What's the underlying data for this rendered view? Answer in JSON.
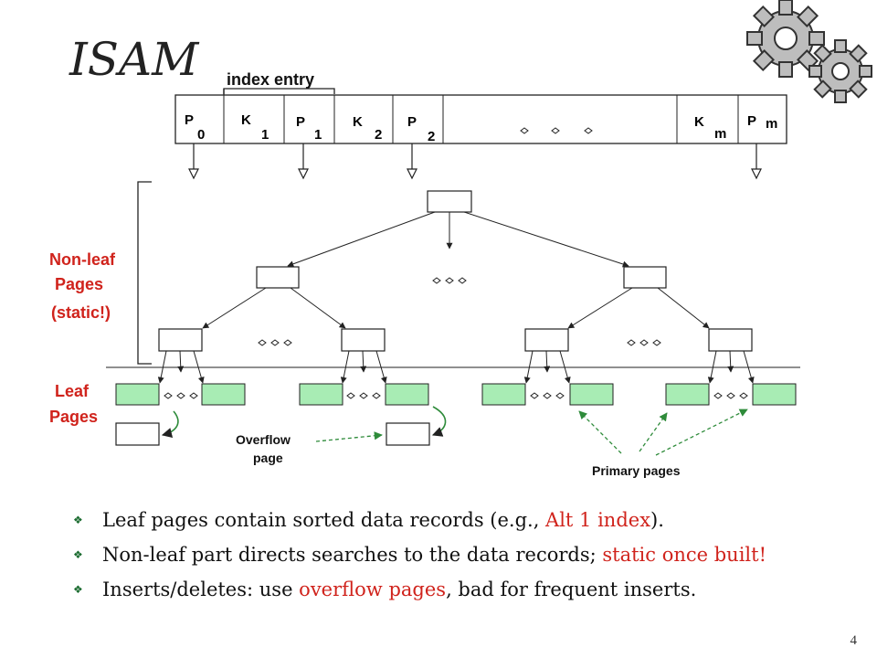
{
  "title": "ISAM",
  "page_number": "4",
  "index_entry_label": "index entry",
  "index_cells": [
    {
      "main": "P",
      "sub": "0"
    },
    {
      "main": "K",
      "sub": "1"
    },
    {
      "main": "P",
      "sub": "1"
    },
    {
      "main": "K",
      "sub": "2"
    },
    {
      "main": "P",
      "sub": "2"
    },
    {
      "main": "K",
      "sub": "m"
    },
    {
      "main": "P",
      "sub": "m"
    }
  ],
  "labels": {
    "non_leaf": [
      "Non-leaf",
      "Pages",
      "(static!)"
    ],
    "leaf": [
      "Leaf",
      "Pages"
    ],
    "overflow": [
      "Overflow",
      "page"
    ],
    "primary": "Primary pages"
  },
  "colors": {
    "leaf_fill": "#a8ecb4",
    "label_red": "#d0231c",
    "arrow_green": "#2e8b3a"
  },
  "bullets": [
    {
      "parts": [
        {
          "t": "Leaf pages contain sorted data records (e.g., ",
          "hl": false
        },
        {
          "t": "Alt 1 index",
          "hl": true
        },
        {
          "t": ").",
          "hl": false
        }
      ]
    },
    {
      "parts": [
        {
          "t": "Non-leaf part directs searches to the data records; ",
          "hl": false
        },
        {
          "t": "static once built!",
          "hl": true
        }
      ]
    },
    {
      "parts": [
        {
          "t": "Inserts/deletes: use ",
          "hl": false
        },
        {
          "t": "overflow pages",
          "hl": true
        },
        {
          "t": ", bad for frequent inserts.",
          "hl": false
        }
      ]
    }
  ],
  "icons": [
    "gear-icon",
    "gear-icon"
  ]
}
